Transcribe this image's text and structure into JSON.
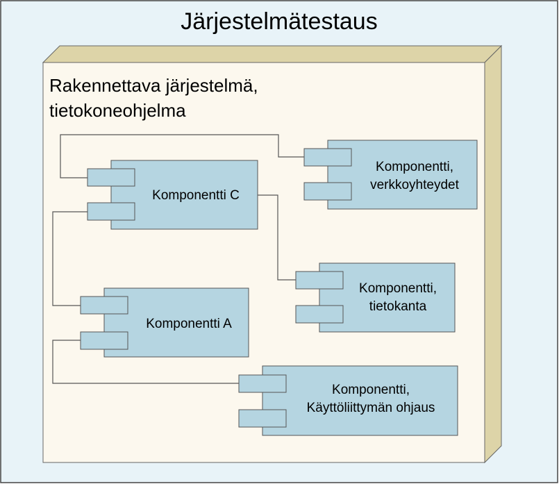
{
  "outer": {
    "title": "Järjestelmätestaus"
  },
  "node": {
    "title_line1": "Rakennettava järjestelmä,",
    "title_line2": "tietokoneohjelma"
  },
  "components": {
    "c": {
      "line1": "Komponentti C"
    },
    "network": {
      "line1": "Komponentti,",
      "line2": "verkkoyhteydet"
    },
    "database": {
      "line1": "Komponentti,",
      "line2": "tietokanta"
    },
    "a": {
      "line1": "Komponentti A"
    },
    "ui": {
      "line1": "Komponentti,",
      "line2": "Käyttöliittymän ohjaus"
    }
  },
  "colors": {
    "outer_bg": "#e8f3f8",
    "node_front": "#fcf8ee",
    "node_depth": "#ddd4a8",
    "component_fill": "#b5d5e1",
    "stroke": "#555555"
  }
}
